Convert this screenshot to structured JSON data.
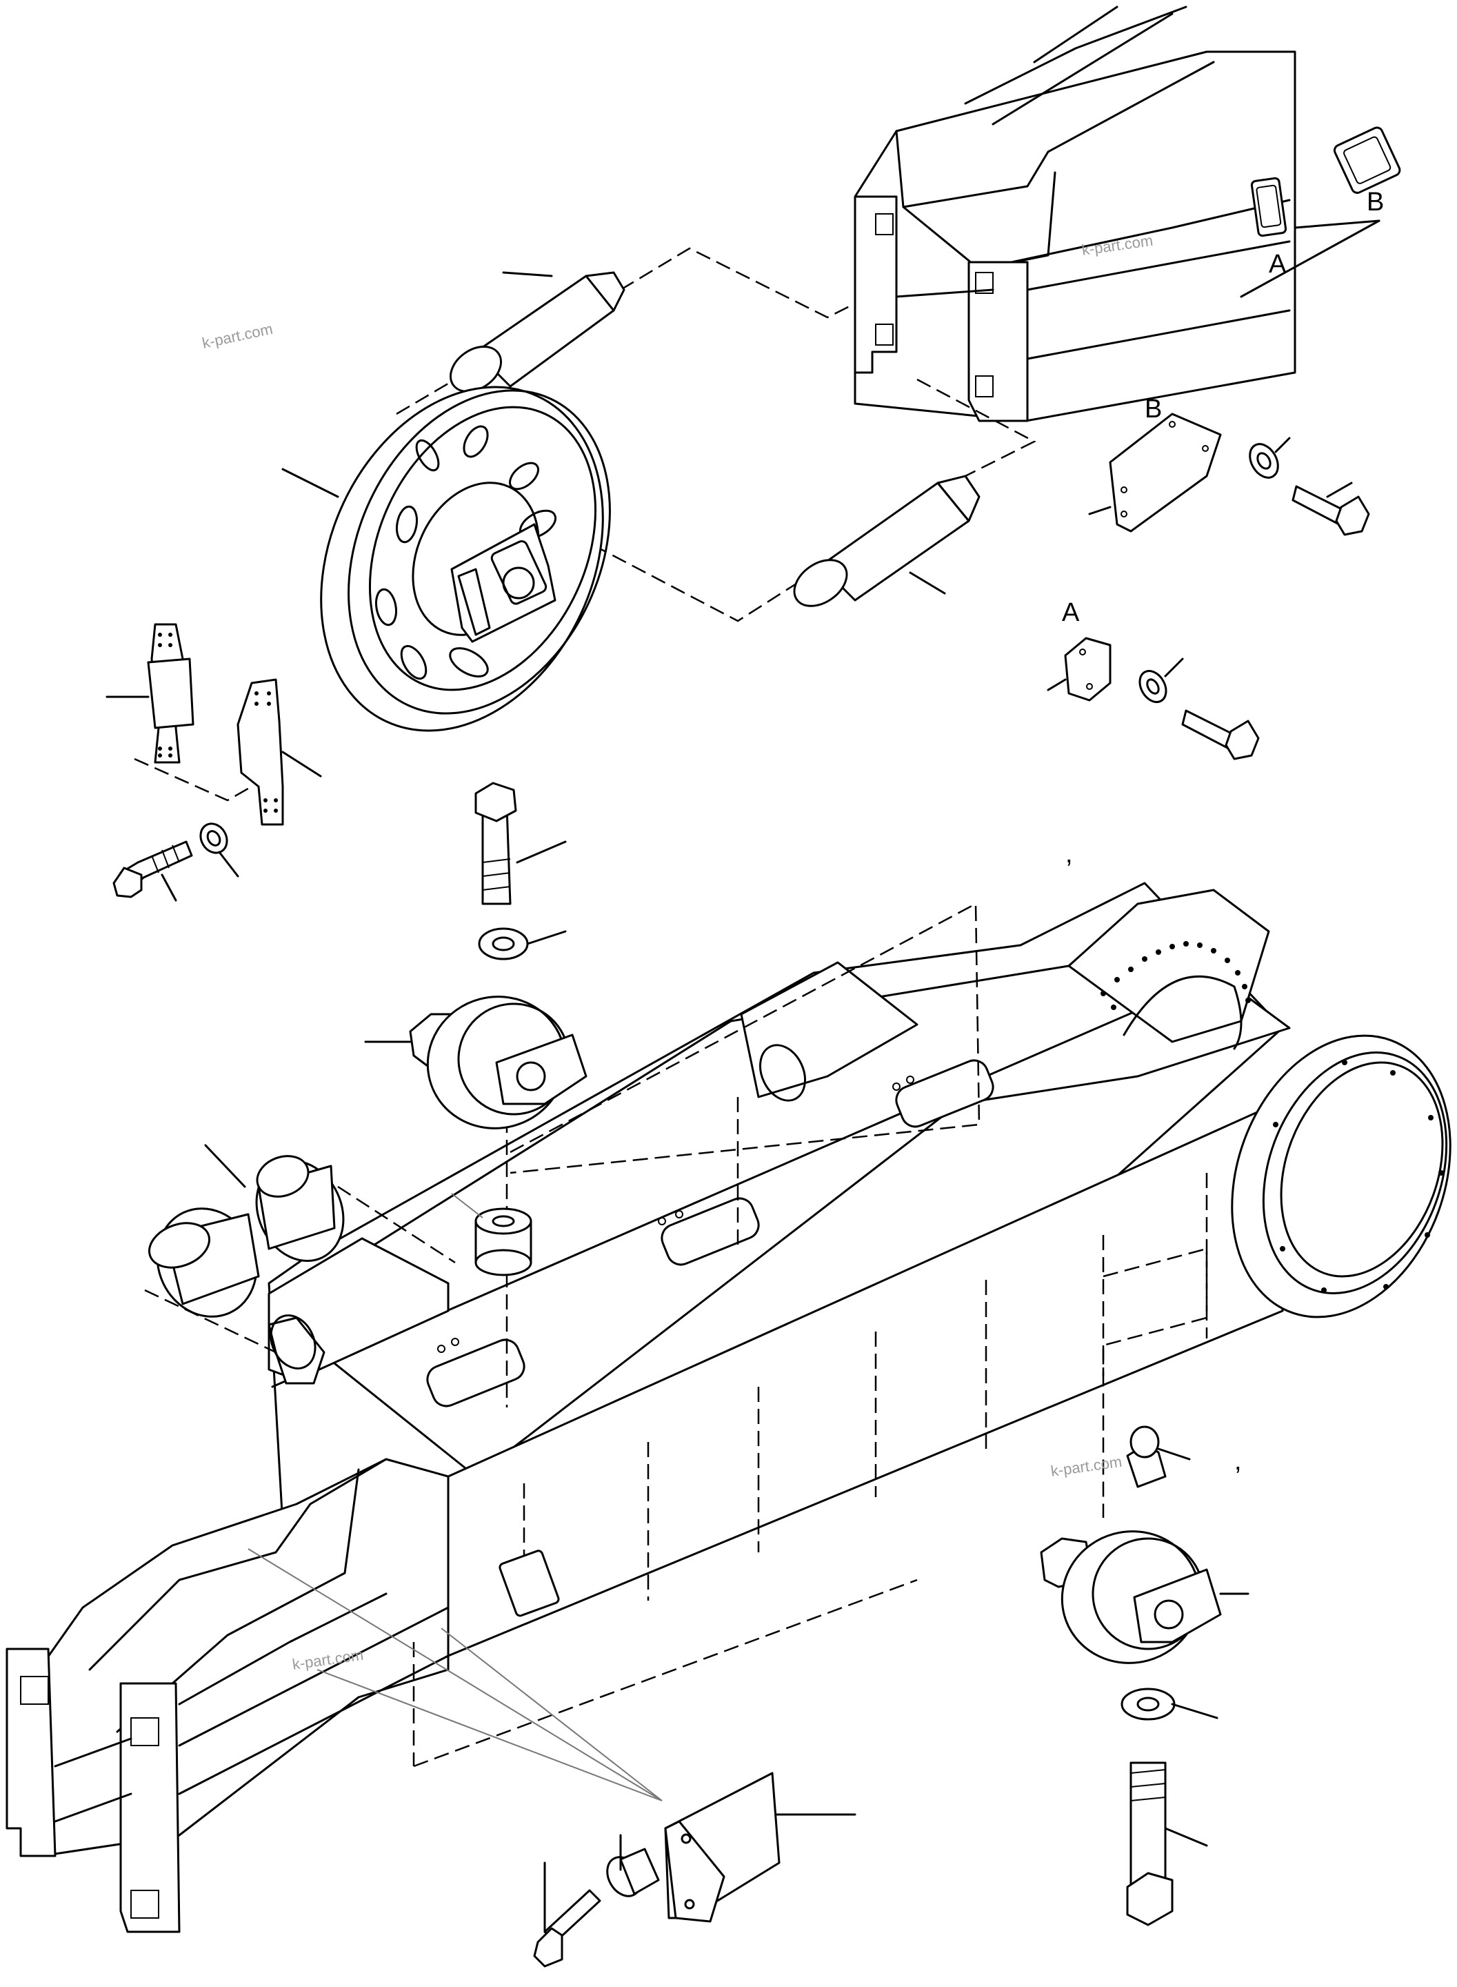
{
  "labels": {
    "a_top": "A",
    "b_top": "B",
    "b_plate": "B",
    "a_plate": "A",
    "tick_frame": ",",
    "tick_right": ","
  },
  "watermark": {
    "text": "k-part.com"
  }
}
